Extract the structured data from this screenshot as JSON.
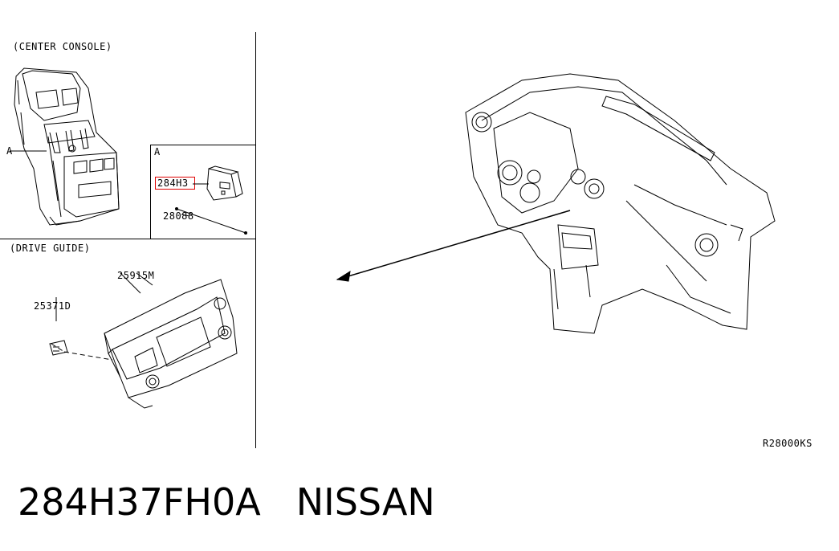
{
  "sections": {
    "center_console": "(CENTER CONSOLE)",
    "drive_guide": "(DRIVE GUIDE)",
    "detail_a": "A"
  },
  "callouts": {
    "console_ref": "A",
    "part_highlighted": "284H3",
    "wire": "28088",
    "unit": "25915M",
    "screw": "25371D"
  },
  "diagram_code": "R28000KS",
  "caption": {
    "part_number": "284H37FH0A",
    "brand": "NISSAN"
  },
  "colors": {
    "highlight": "#e00000",
    "ink": "#000000"
  }
}
